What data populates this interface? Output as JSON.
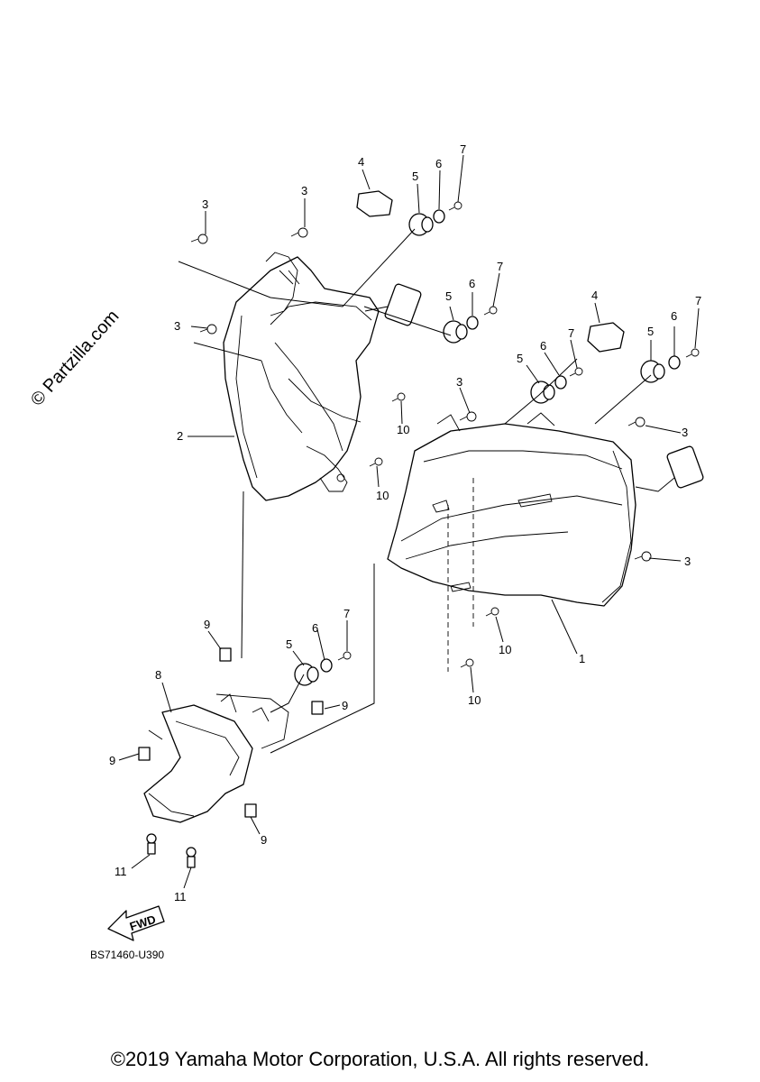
{
  "watermark": "© Partzilla.com",
  "diagram_code": "BS71460-U390",
  "copyright": "©2019 Yamaha Motor Corporation, U.S.A. All rights reserved.",
  "fwd_label": "FWD",
  "callouts": {
    "c1": "1",
    "c2": "2",
    "c3a": "3",
    "c3b": "3",
    "c3c": "3",
    "c3d": "3",
    "c3e": "3",
    "c3f": "3",
    "c4a": "4",
    "c4b": "4",
    "c5a": "5",
    "c5b": "5",
    "c5c": "5",
    "c5d": "5",
    "c5e": "5",
    "c6a": "6",
    "c6b": "6",
    "c6c": "6",
    "c6d": "6",
    "c6e": "6",
    "c7a": "7",
    "c7b": "7",
    "c7c": "7",
    "c7d": "7",
    "c7e": "7",
    "c8": "8",
    "c9a": "9",
    "c9b": "9",
    "c9c": "9",
    "c9d": "9",
    "c10a": "10",
    "c10b": "10",
    "c10c": "10",
    "c10d": "10",
    "c11a": "11",
    "c11b": "11"
  }
}
